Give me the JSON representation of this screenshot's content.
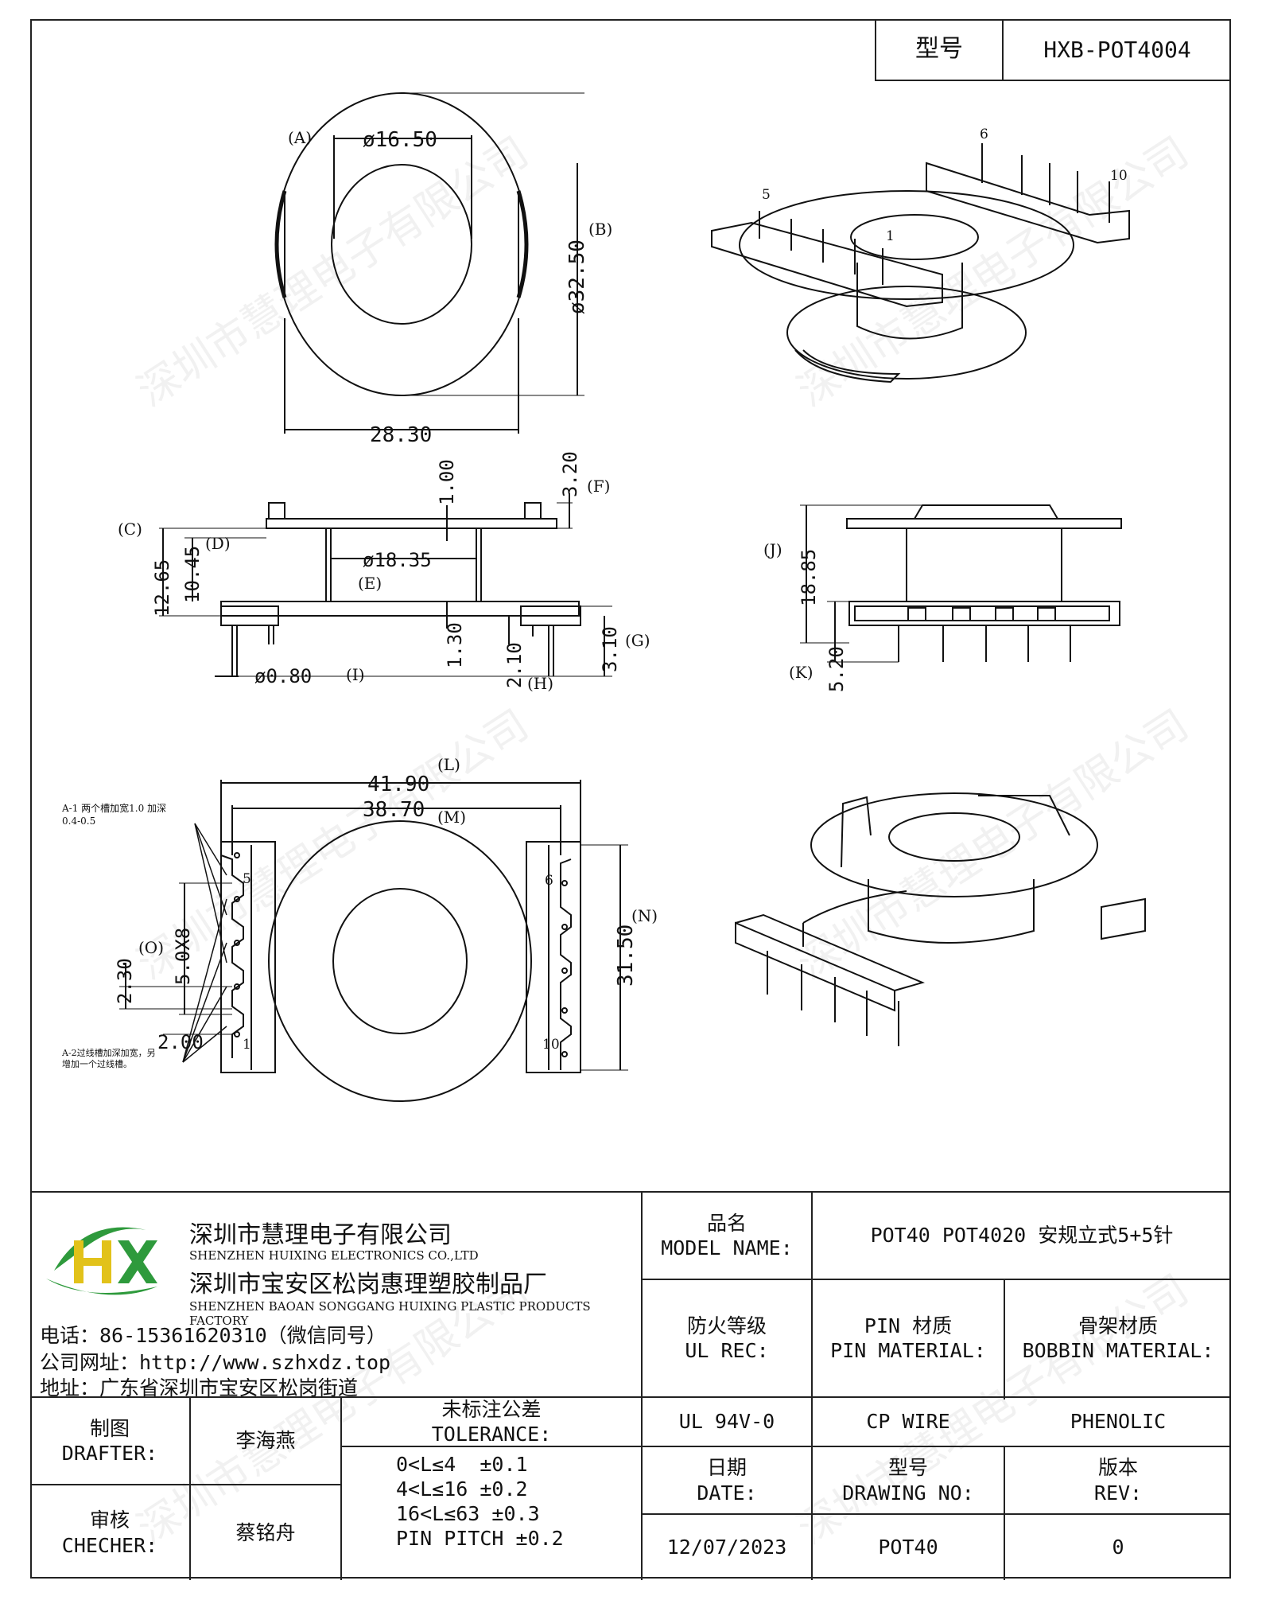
{
  "header": {
    "model_label": "型号",
    "model_value": "HXB-POT4004"
  },
  "watermark": "深圳市慧理电子有限公司",
  "dimensions": {
    "top_dia": "ø16.50",
    "top_height": "ø32.50",
    "top_width": "28.30",
    "s_100": "1.00",
    "s_320": "3.20",
    "s_1265": "12.65",
    "s_1045": "10.45",
    "s_1835": "ø18.35",
    "s_130": "1.30",
    "s_210": "2.10",
    "s_310": "3.10",
    "s_080": "ø0.80",
    "r_1885": "18.85",
    "r_520": "5.20",
    "b_4190": "41.90",
    "b_3870": "38.70",
    "b_3150": "31.50",
    "b_5x8": "5.0X8",
    "b_230": "2.30",
    "b_200": "2.00"
  },
  "labels": {
    "A": "(A)",
    "B": "(B)",
    "C": "(C)",
    "D": "(D)",
    "E": "(E)",
    "F": "(F)",
    "G": "(G)",
    "H": "(H)",
    "I": "(I)",
    "J": "(J)",
    "K": "(K)",
    "L": "(L)",
    "M": "(M)",
    "N": "(N)",
    "O": "(O)"
  },
  "pins": {
    "p1": "1",
    "p5": "5",
    "p6": "6",
    "p10": "10"
  },
  "notes": {
    "a1": "A-1 两个槽加宽1.0 加深",
    "a1b": "0.4-0.5",
    "a2": "A-2过线槽加深加宽，另",
    "a2b": "增加一个过线槽。"
  },
  "company": {
    "name_cn": "深圳市慧理电子有限公司",
    "name_en": "SHENZHEN HUIXING ELECTRONICS CO.,LTD",
    "factory_cn": "深圳市宝安区松岗惠理塑胶制品厂",
    "factory_en": "SHENZHEN BAOAN SONGGANG HUIXING PLASTIC PRODUCTS FACTORY",
    "phone": "电话：86-15361620310（微信同号）",
    "website": "公司网址：http://www.szhxdz.top",
    "address": "地址：广东省深圳市宝安区松岗街道",
    "logo_text": "HX",
    "logo_colors": {
      "green": "#2e9a3c",
      "yellow": "#e2c21a"
    }
  },
  "titleblock": {
    "model_name_cn": "品名",
    "model_name_en": "MODEL NAME:",
    "model_name_value": "POT40 POT4020 安规立式5+5针",
    "fire_cn": "防火等级",
    "fire_en": "UL REC:",
    "pin_cn": "PIN 材质",
    "pin_en": "PIN MATERIAL:",
    "bobbin_cn": "骨架材质",
    "bobbin_en": "BOBBIN MATERIAL:",
    "fire_value": "UL 94V-0",
    "pin_value": "CP WIRE",
    "bobbin_value": "PHENOLIC",
    "drafter_cn": "制图",
    "drafter_en": "DRAFTER:",
    "drafter_name": "李海燕",
    "checker_cn": "审核",
    "checker_en": "CHECHER:",
    "checker_name": "蔡铭舟",
    "tol_cn": "未标注公差",
    "tol_en": "TOLERANCE:",
    "tol_lines": [
      "0<L≤4  ±0.1",
      "4<L≤16 ±0.2",
      "16<L≤63 ±0.3",
      "PIN PITCH ±0.2"
    ],
    "date_cn": "日期",
    "date_en": "DATE:",
    "date_value": "12/07/2023",
    "drawing_cn": "型号",
    "drawing_en": "DRAWING NO:",
    "drawing_value": "POT40",
    "rev_cn": "版本",
    "rev_en": "REV:",
    "rev_value": "0"
  }
}
